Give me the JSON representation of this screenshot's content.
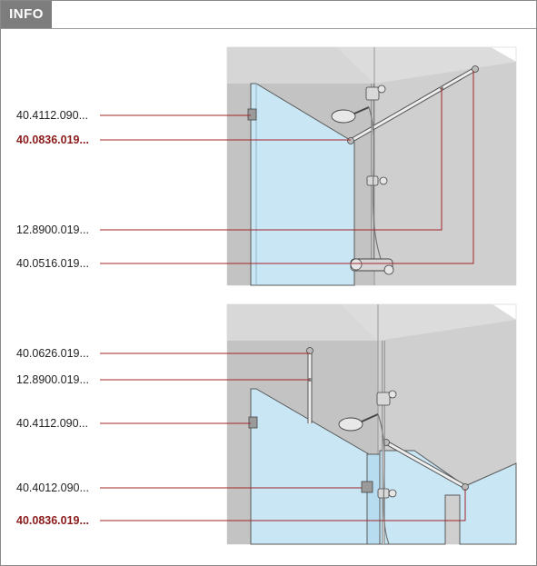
{
  "header": {
    "tab_label": "INFO"
  },
  "diagram_top": {
    "labels": [
      {
        "code": "40.4112.090...",
        "highlight": false
      },
      {
        "code": "40.0836.019...",
        "highlight": true
      },
      {
        "code": "12.8900.019...",
        "highlight": false
      },
      {
        "code": "40.0516.019...",
        "highlight": false
      }
    ]
  },
  "diagram_bottom": {
    "labels": [
      {
        "code": "40.0626.019...",
        "highlight": false
      },
      {
        "code": "12.8900.019...",
        "highlight": false
      },
      {
        "code": "40.4112.090...",
        "highlight": false
      },
      {
        "code": "40.4012.090...",
        "highlight": false
      },
      {
        "code": "40.0836.019...",
        "highlight": true
      }
    ]
  },
  "colors": {
    "leader_line": "#a3262a",
    "wall": "#c9c9c9",
    "wall_dark": "#b5b5b5",
    "glass": "#c9e6f5",
    "highlight_text": "#8b1a1a"
  }
}
